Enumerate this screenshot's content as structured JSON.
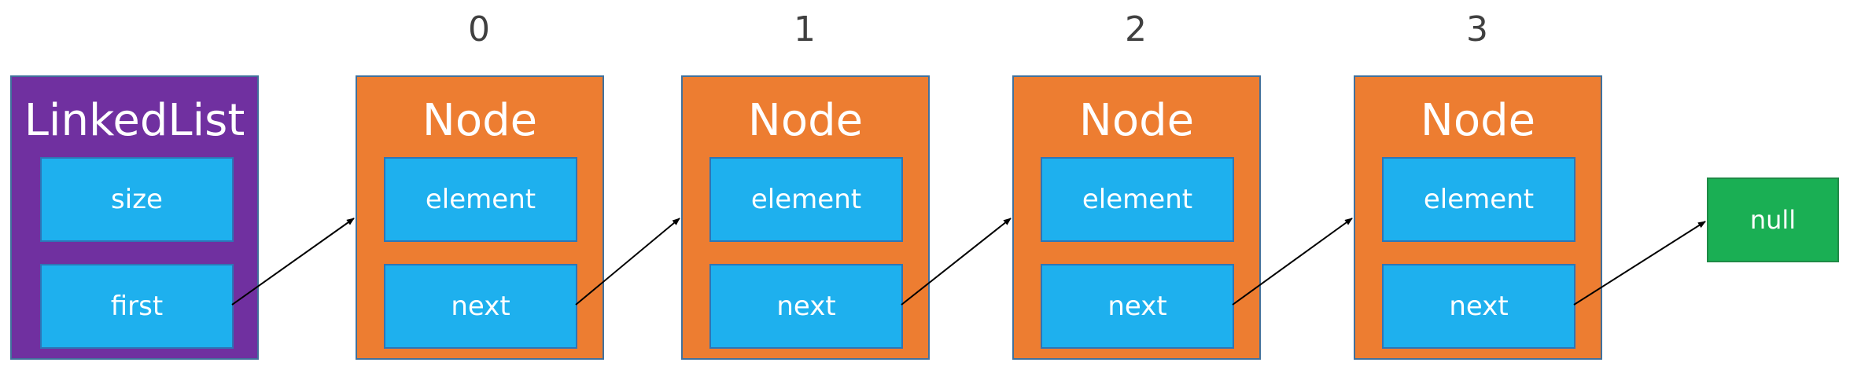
{
  "list": {
    "title": "LinkedList",
    "fields": [
      "size",
      "first"
    ]
  },
  "nodes": [
    {
      "index": "0",
      "title": "Node",
      "fields": [
        "element",
        "next"
      ]
    },
    {
      "index": "1",
      "title": "Node",
      "fields": [
        "element",
        "next"
      ]
    },
    {
      "index": "2",
      "title": "Node",
      "fields": [
        "element",
        "next"
      ]
    },
    {
      "index": "3",
      "title": "Node",
      "fields": [
        "element",
        "next"
      ]
    }
  ],
  "terminal": {
    "label": "null"
  },
  "colors": {
    "list_fill": "#7030a0",
    "node_fill": "#ed7d31",
    "field_fill": "#1eb0ee",
    "null_fill": "#1aaf54",
    "arrow": "#000000",
    "index_text": "#404040"
  }
}
